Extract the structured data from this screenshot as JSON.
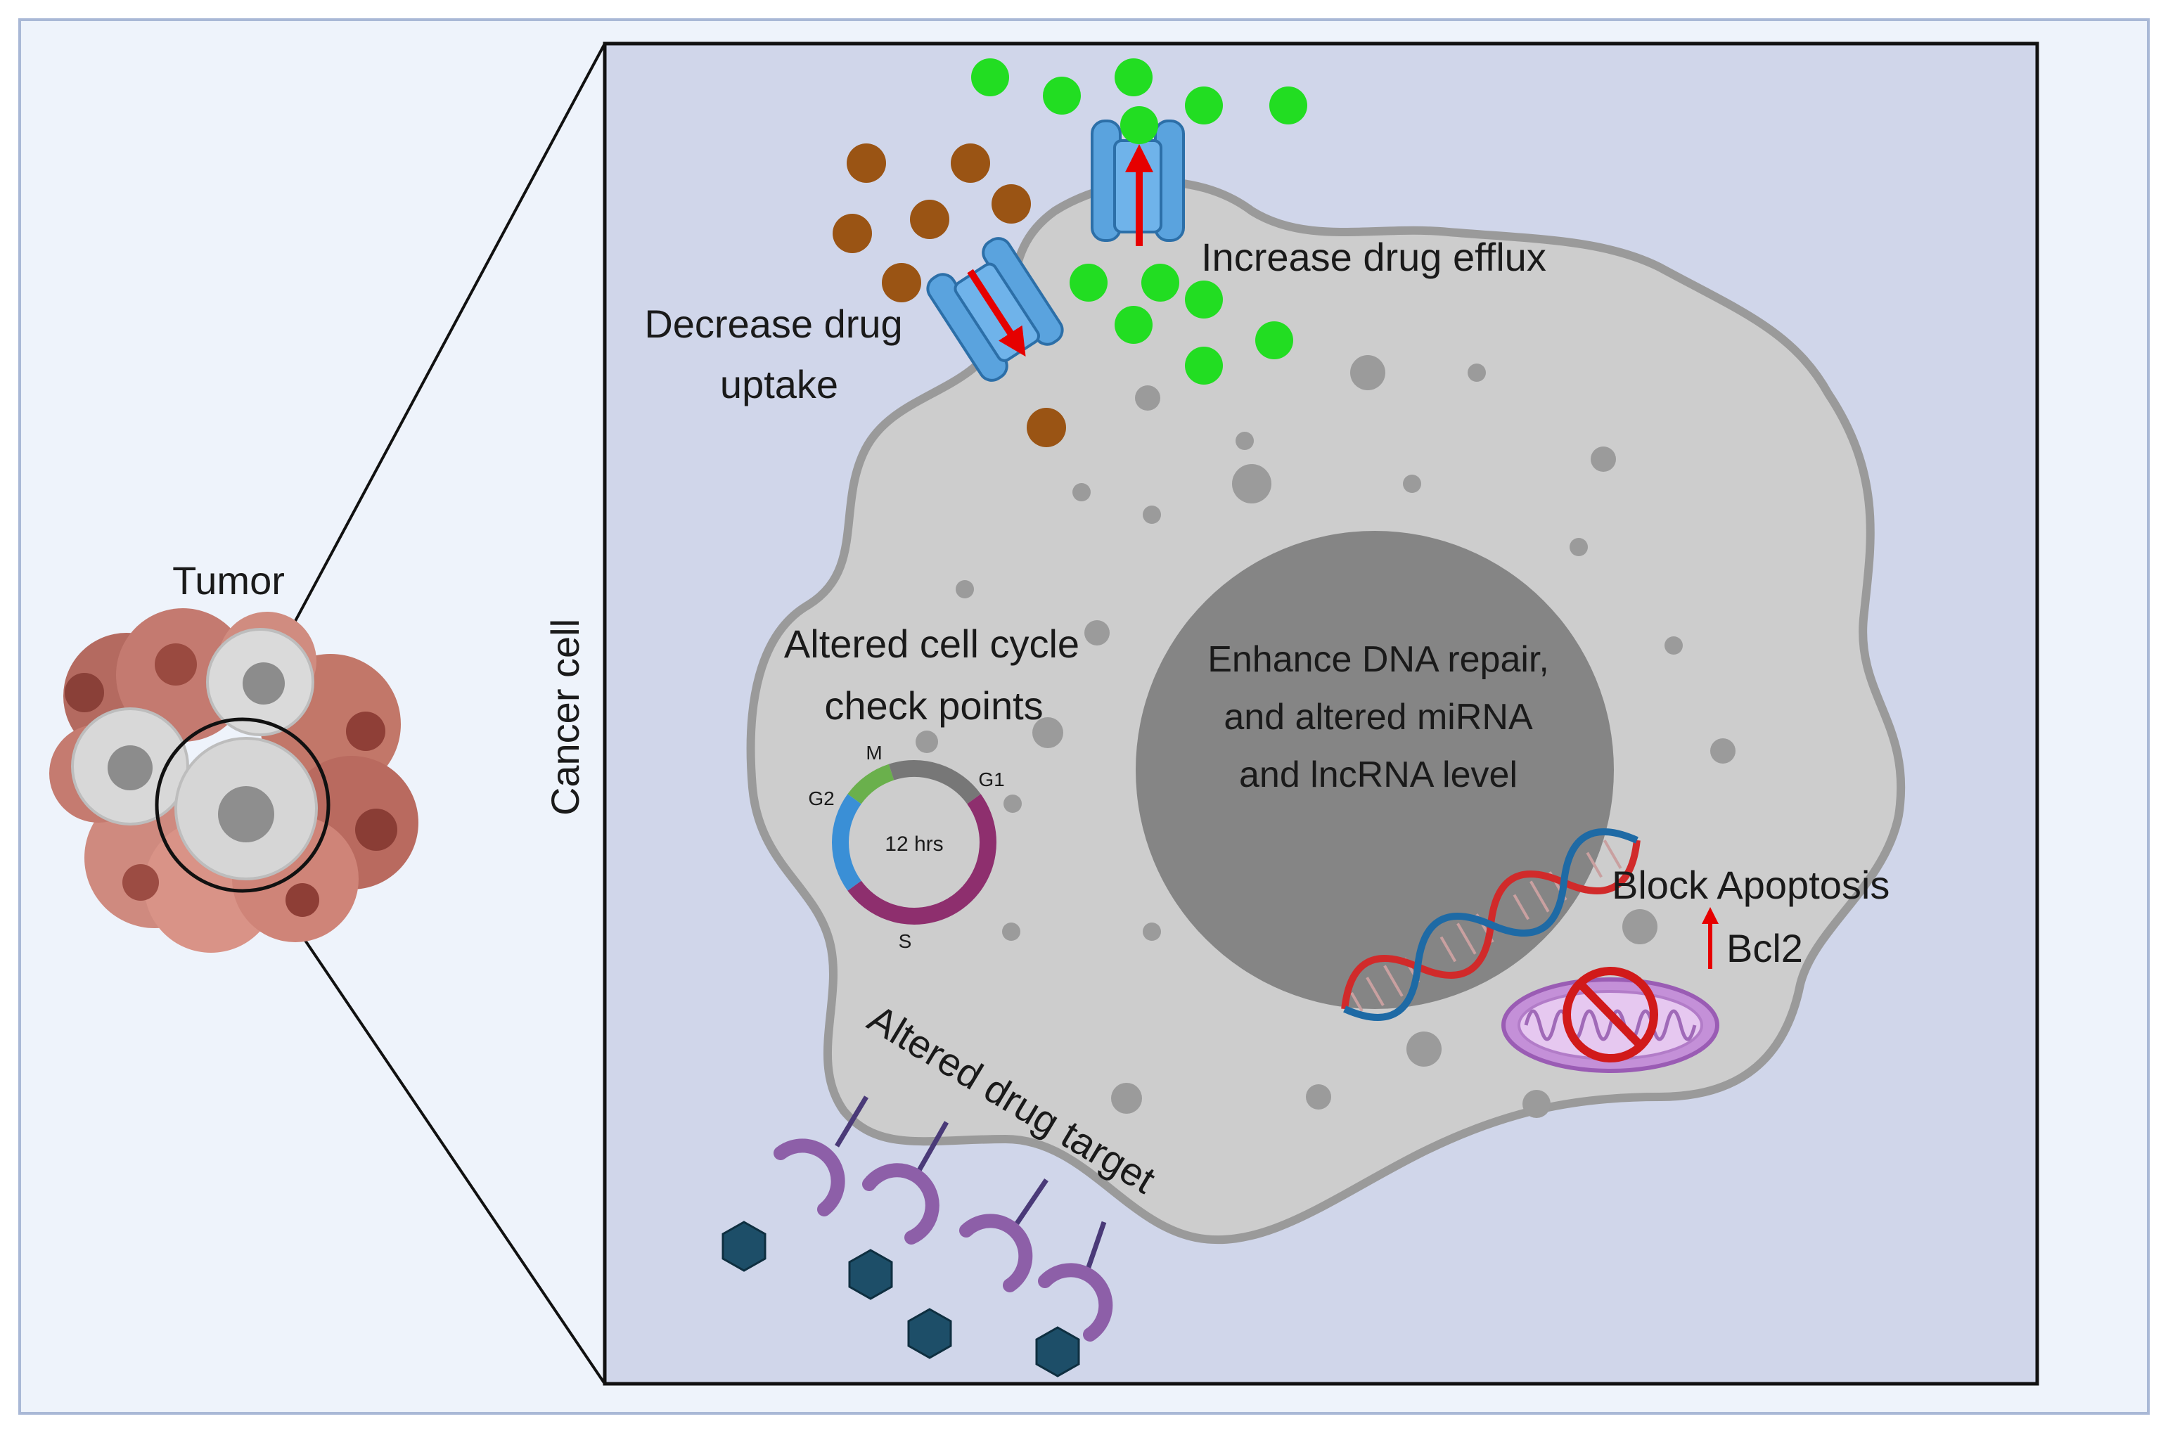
{
  "labels": {
    "tumor": "Tumor",
    "cancer_cell": "Cancer cell",
    "decrease_uptake_line1": "Decrease drug",
    "decrease_uptake_line2": "uptake",
    "increase_efflux": "Increase drug efflux",
    "cell_cycle_line1": "Altered cell cycle",
    "cell_cycle_line2": "check points",
    "dna_line1": "Enhance DNA repair,",
    "dna_line2": "and altered miRNA",
    "dna_line3": "and lncRNA level",
    "apoptosis": "Block Apoptosis",
    "bcl2": "Bcl2",
    "drug_target": "Altered drug target"
  },
  "cell_cycle": {
    "center_label": "12 hrs",
    "phases": [
      {
        "name": "M",
        "fraction": 0.1,
        "color": "#6ab04c"
      },
      {
        "name": "G1",
        "fraction": 0.2,
        "color": "#777777"
      },
      {
        "name": "S",
        "fraction": 0.5,
        "color": "#8e2f6e"
      },
      {
        "name": "G2",
        "fraction": 0.2,
        "color": "#3a8fd6"
      }
    ]
  },
  "colors": {
    "panel_bg": "#d0d6ea",
    "outer_bg": "#eef3fb",
    "cell_fill": "#cdcdcd",
    "cell_border": "#9a9a9a",
    "nucleus": "#858585",
    "efflux_drug": "#22dd22",
    "uptake_drug": "#9a5414",
    "channel": "#5aa3de",
    "arrow": "#e60000",
    "receptor": "#8d5fa8",
    "target_molecule": "#1d4e68",
    "mitochondrion": "#c490d8",
    "no_symbol": "#d11a1a"
  },
  "icons": {
    "channel": "membrane-channel-icon",
    "dna": "dna-helix-icon",
    "mitochondrion": "mitochondrion-icon",
    "no_symbol": "prohibition-icon",
    "receptor": "receptor-icon",
    "drug": "drug-molecule-icon"
  }
}
